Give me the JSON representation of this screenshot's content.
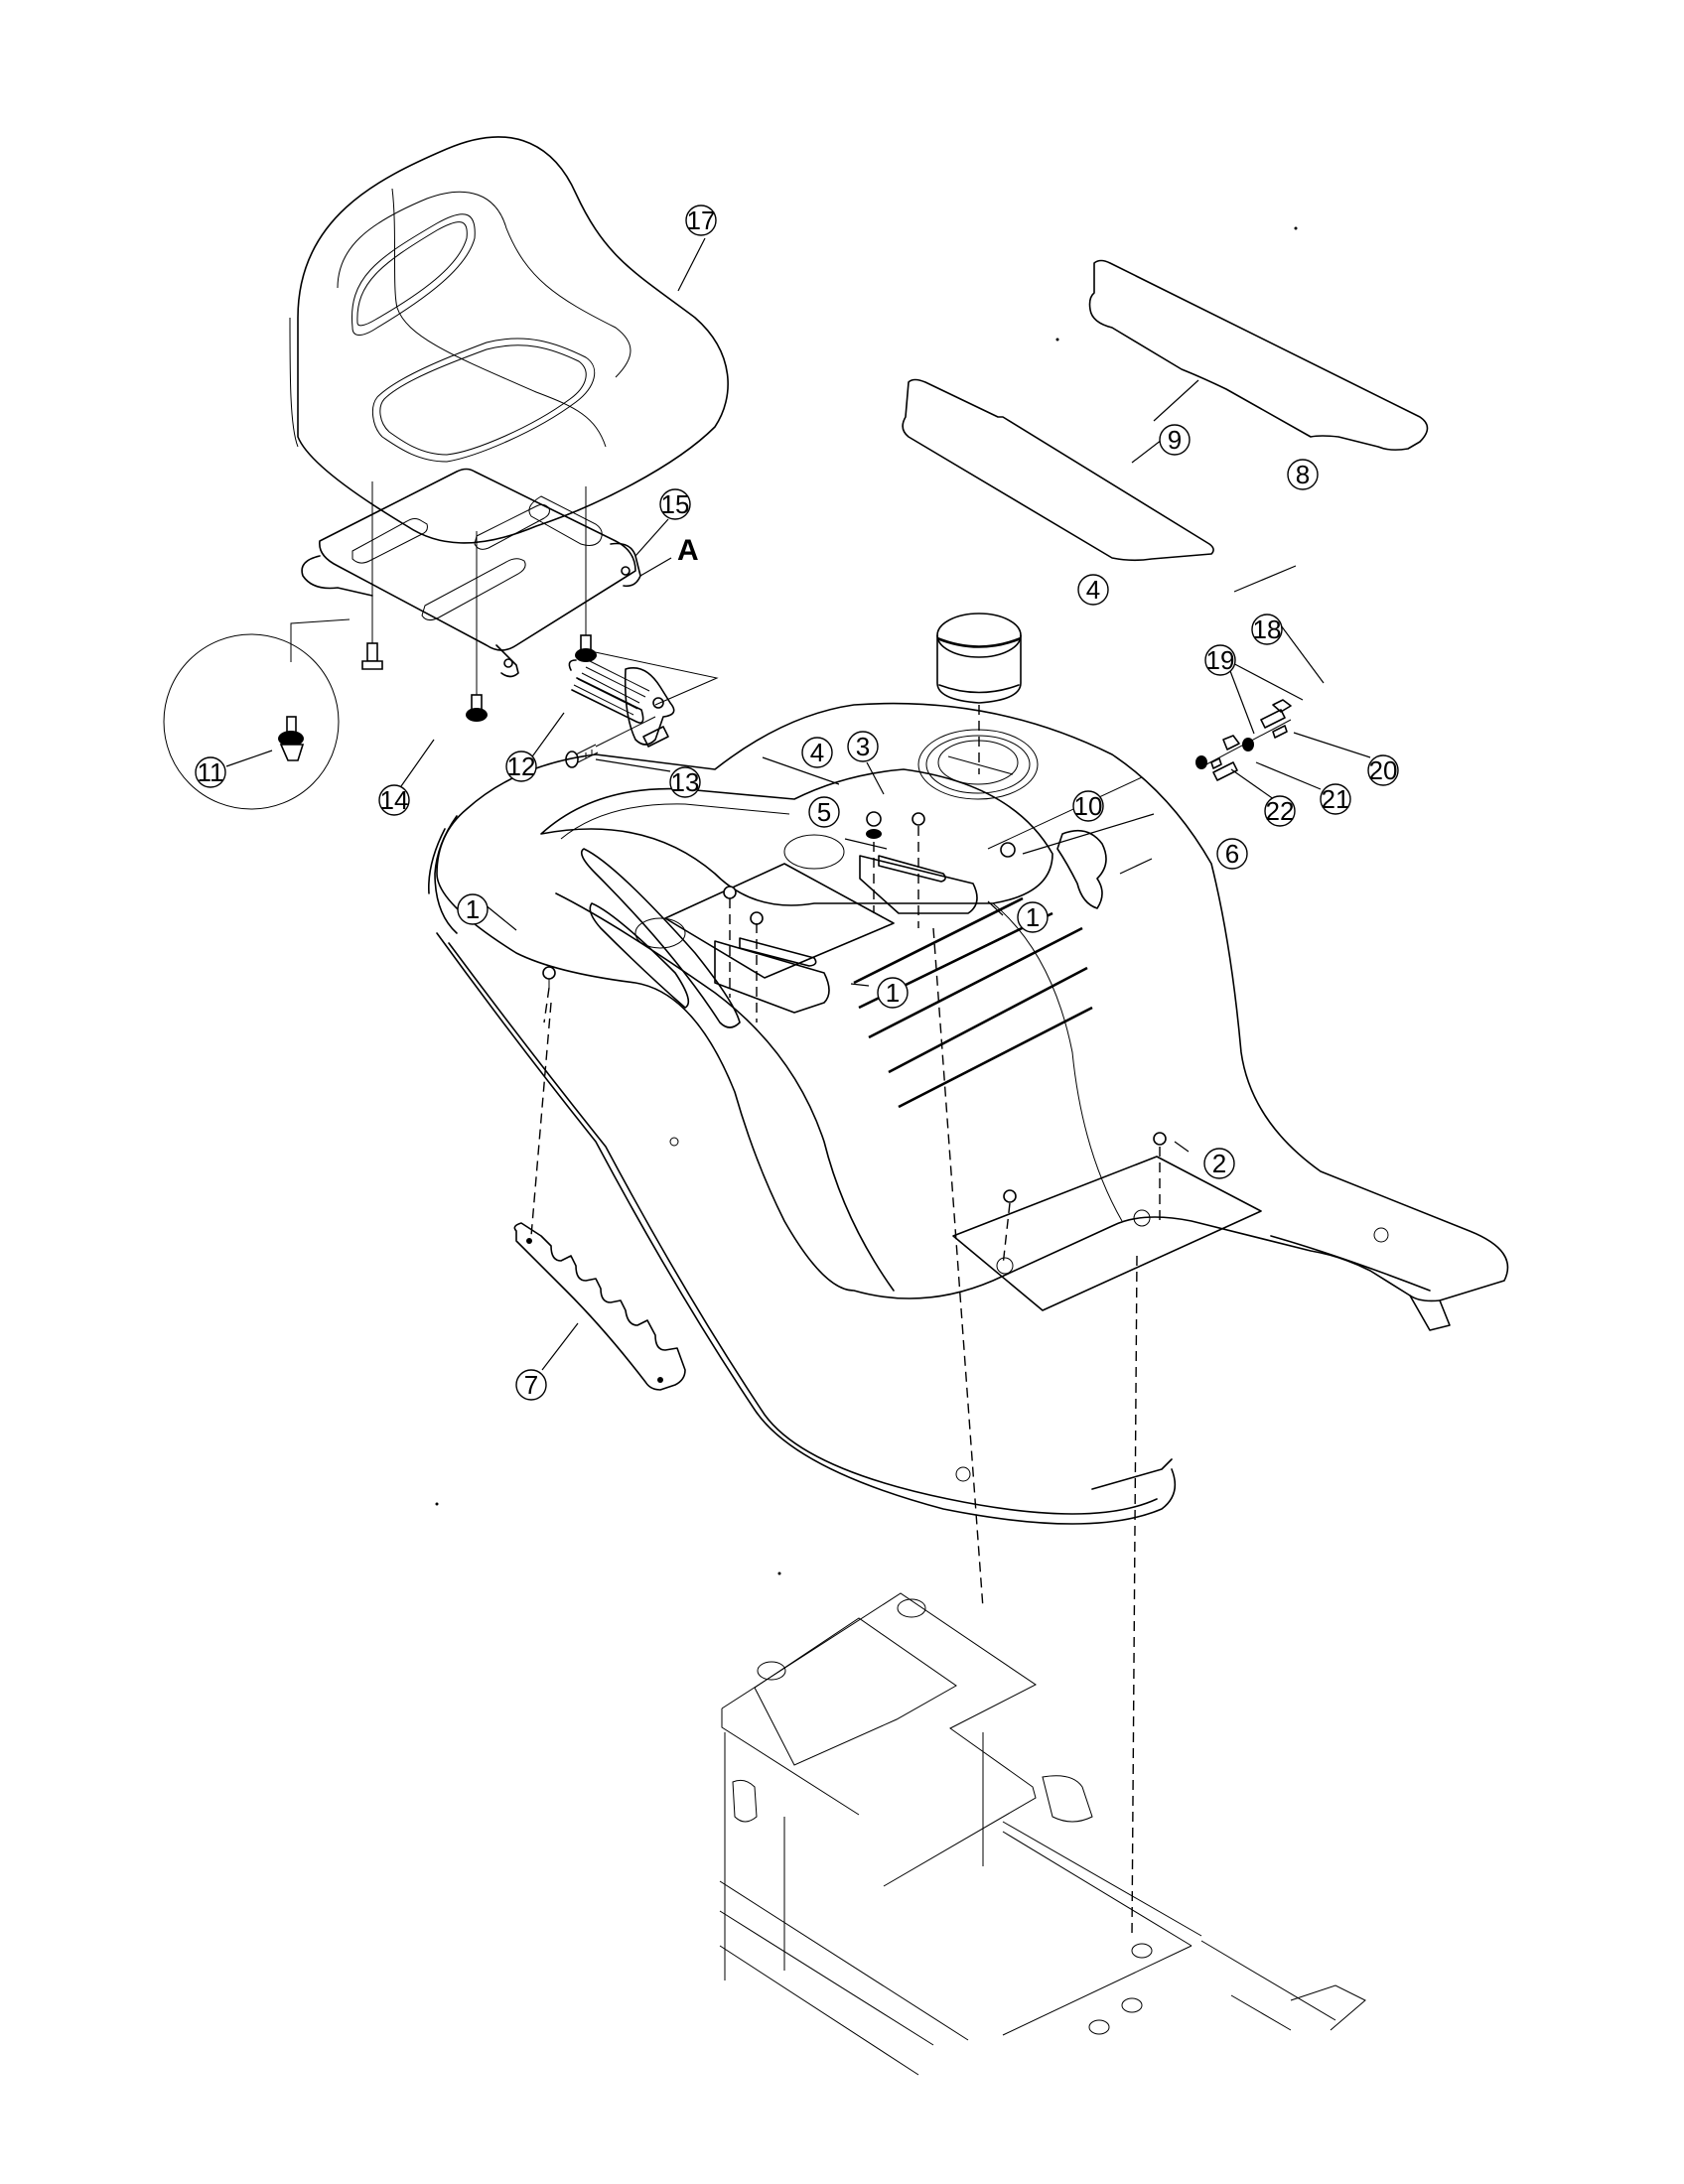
{
  "diagram": {
    "title": "Seat and body exploded parts diagram",
    "reference_mark": "A",
    "callouts": [
      {
        "id": "17",
        "label": "17",
        "part": "seat"
      },
      {
        "id": "15",
        "label": "15",
        "part": "seat-bracket"
      },
      {
        "id": "9",
        "label": "9",
        "part": "rear-foot-mat"
      },
      {
        "id": "8",
        "label": "8",
        "part": "front-foot-mat"
      },
      {
        "id": "4a",
        "label": "4",
        "part": "fuel-cap"
      },
      {
        "id": "18",
        "label": "18",
        "part": "clip"
      },
      {
        "id": "19",
        "label": "19",
        "part": "spacer"
      },
      {
        "id": "20",
        "label": "20",
        "part": "bracket"
      },
      {
        "id": "21",
        "label": "21",
        "part": "bracket"
      },
      {
        "id": "22",
        "label": "22",
        "part": "nut"
      },
      {
        "id": "11",
        "label": "11",
        "part": "seat-bolt-detail"
      },
      {
        "id": "14",
        "label": "14",
        "part": "seat-bolt"
      },
      {
        "id": "12",
        "label": "12",
        "part": "spring"
      },
      {
        "id": "13",
        "label": "13",
        "part": "shoulder-bolt"
      },
      {
        "id": "4b",
        "label": "4",
        "part": "seat-pivot-bracket"
      },
      {
        "id": "3",
        "label": "3",
        "part": "bolt"
      },
      {
        "id": "5",
        "label": "5",
        "part": "washer"
      },
      {
        "id": "10",
        "label": "10",
        "part": "nut"
      },
      {
        "id": "6",
        "label": "6",
        "part": "fender-body"
      },
      {
        "id": "1a",
        "label": "1",
        "part": "screw"
      },
      {
        "id": "1b",
        "label": "1",
        "part": "screw"
      },
      {
        "id": "1c",
        "label": "1",
        "part": "screw"
      },
      {
        "id": "2",
        "label": "2",
        "part": "screw"
      },
      {
        "id": "7",
        "label": "7",
        "part": "height-adjust-plate"
      }
    ]
  }
}
